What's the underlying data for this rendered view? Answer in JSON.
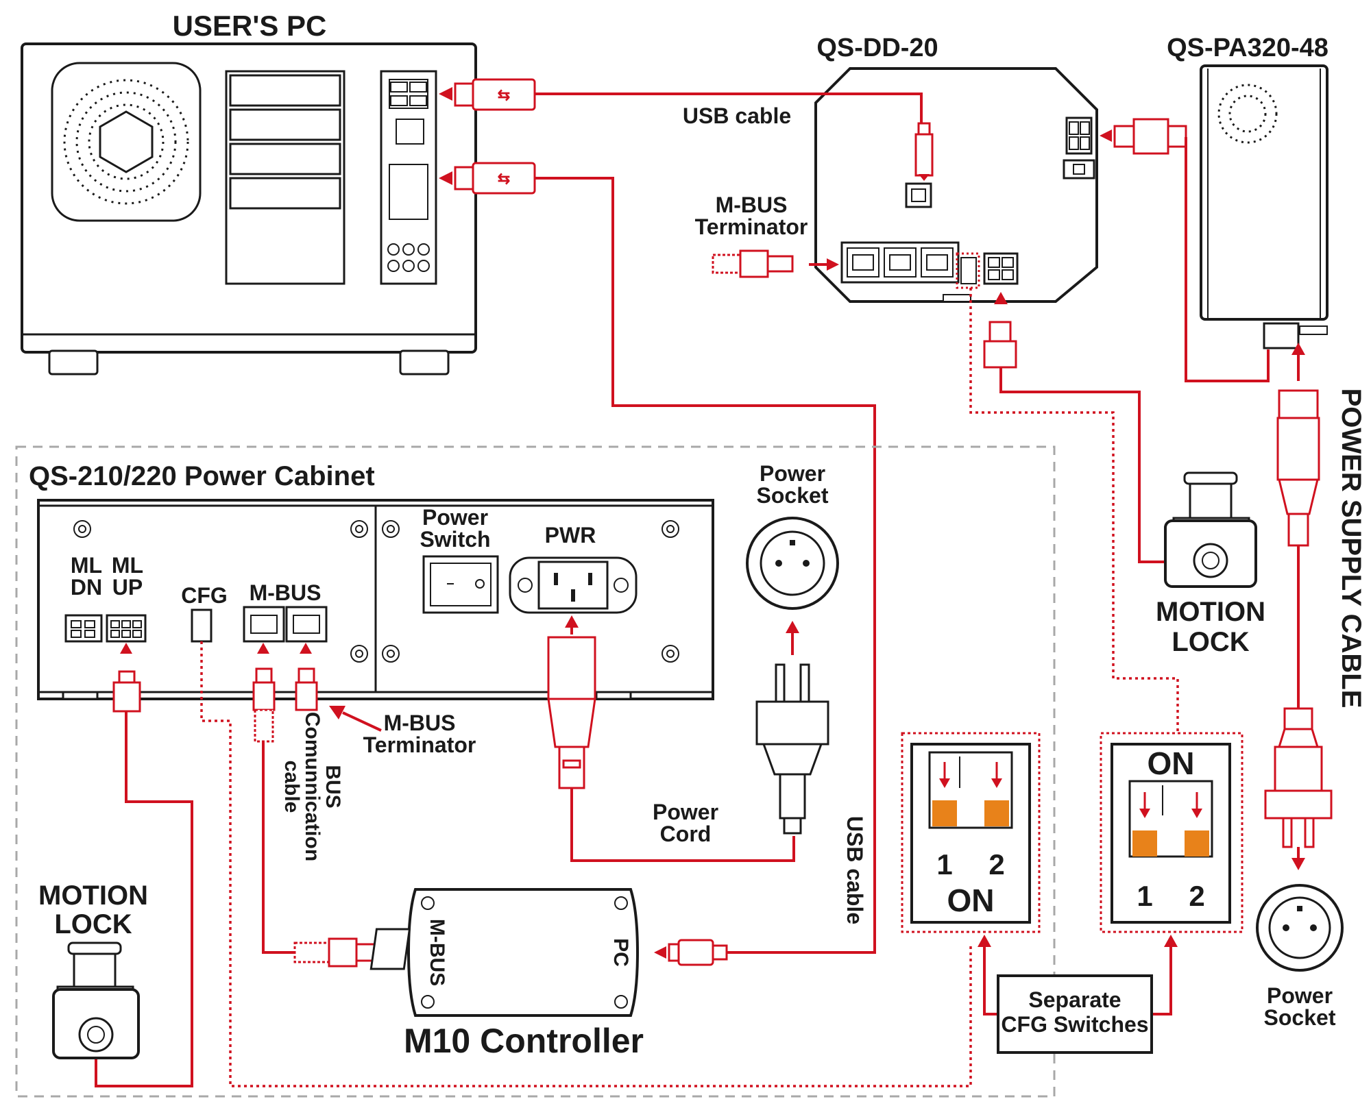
{
  "diagram": {
    "labels": {
      "users_pc": "USER'S PC",
      "qs_dd_20": "QS-DD-20",
      "qs_pa320_48": "QS-PA320-48",
      "usb_cable_top": "USB cable",
      "mbus_terminator_top_1": "M-BUS",
      "mbus_terminator_top_2": "Terminator",
      "cabinet_title": "QS-210/220 Power Cabinet",
      "ml_dn_1": "ML",
      "ml_dn_2": "DN",
      "ml_up_1": "ML",
      "ml_up_2": "UP",
      "cfg": "CFG",
      "mbus": "M-BUS",
      "power_switch_1": "Power",
      "power_switch_2": "Switch",
      "pwr": "PWR",
      "power_socket_mid_1": "Power",
      "power_socket_mid_2": "Socket",
      "mbus_terminator_bottom_1": "M-BUS",
      "mbus_terminator_bottom_2": "Terminator",
      "bus_comm_1": "BUS",
      "bus_comm_2": "Comunnication",
      "bus_comm_3": "cable",
      "power_cord_1": "Power",
      "power_cord_2": "Cord",
      "usb_cable_vertical": "USB cable",
      "motion_lock_left_1": "MOTION",
      "motion_lock_left_2": "LOCK",
      "motion_lock_right_1": "MOTION",
      "motion_lock_right_2": "LOCK",
      "controller_mbus": "M-BUS",
      "controller_pc": "PC",
      "controller_title": "M10 Controller",
      "switch_left_1": "1",
      "switch_left_2": "2",
      "switch_left_on": "ON",
      "switch_right_on": "ON",
      "switch_right_1": "1",
      "switch_right_2": "2",
      "separate_1": "Separate",
      "separate_2": "CFG Switches",
      "power_supply_cable": "POWER SUPPLY CABLE",
      "power_socket_right_1": "Power",
      "power_socket_right_2": "Socket"
    },
    "colors": {
      "cable_red": "#d0111f",
      "switch_orange": "#e8821a",
      "outline": "#1a1a1a"
    }
  }
}
